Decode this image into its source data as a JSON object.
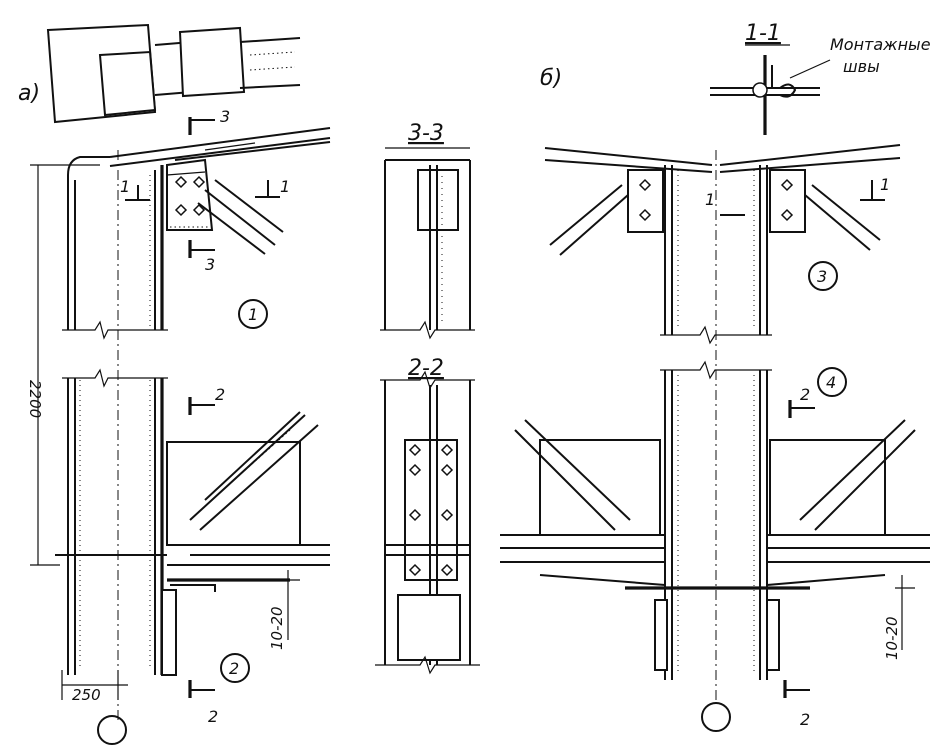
{
  "labels": {
    "variant_a": "а)",
    "variant_b": "б)",
    "section_1": "1-1",
    "section_2": "2-2",
    "section_3": "3-3",
    "mark_1": "1",
    "mark_2": "2",
    "mark_3": "3",
    "circle_1": "1",
    "circle_2": "2",
    "circle_3": "3",
    "circle_4": "4",
    "field_welds_line1": "Монтажные",
    "field_welds_line2": "швы"
  },
  "dimensions": {
    "height": "2200",
    "width": "250",
    "gap_a": "10-20",
    "gap_b": "10-20"
  }
}
